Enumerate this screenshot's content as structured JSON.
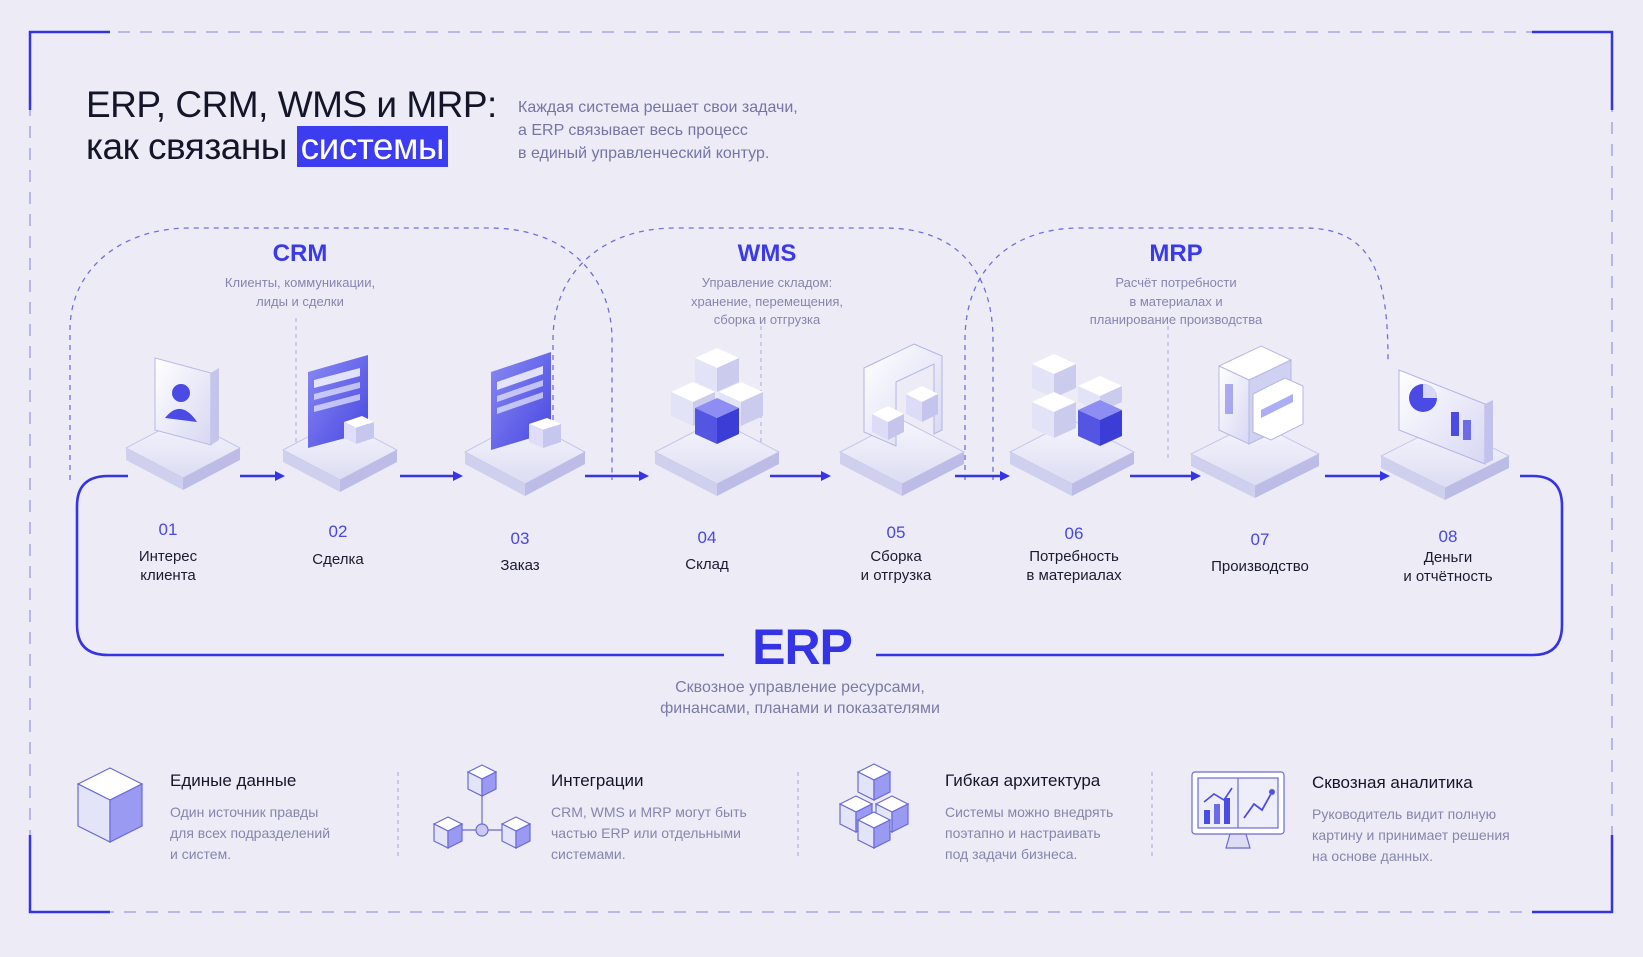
{
  "header": {
    "title_line1": "ERP, CRM, WMS и MRP:",
    "title_line2_prefix": "как связаны",
    "title_highlight": "системы",
    "subtitle_lines": [
      "Каждая система решает свои задачи,",
      "а ERP связывает весь процесс",
      "в единый управленческий контур."
    ]
  },
  "zones": [
    {
      "title": "CRM",
      "desc": [
        "Клиенты, коммуникации,",
        "лиды и сделки"
      ]
    },
    {
      "title": "WMS",
      "desc": [
        "Управление складом:",
        "хранение, перемещения,",
        "сборка и отгрузка"
      ]
    },
    {
      "title": "MRP",
      "desc": [
        "Расчёт потребности",
        "в материалах и",
        "планирование производства"
      ]
    }
  ],
  "steps": [
    {
      "num": "01",
      "label": [
        "Интерес",
        "клиента"
      ],
      "icon": "client-card-icon"
    },
    {
      "num": "02",
      "label": [
        "Сделка"
      ],
      "icon": "deal-document-icon"
    },
    {
      "num": "03",
      "label": [
        "Заказ"
      ],
      "icon": "order-document-icon"
    },
    {
      "num": "04",
      "label": [
        "Склад"
      ],
      "icon": "warehouse-cubes-icon"
    },
    {
      "num": "05",
      "label": [
        "Сборка",
        "и отгрузка"
      ],
      "icon": "assembly-shipping-icon"
    },
    {
      "num": "06",
      "label": [
        "Потребность",
        "в материалах"
      ],
      "icon": "materials-cubes-icon"
    },
    {
      "num": "07",
      "label": [
        "Производство"
      ],
      "icon": "factory-icon"
    },
    {
      "num": "08",
      "label": [
        "Деньги",
        "и отчётность"
      ],
      "icon": "finance-report-icon"
    }
  ],
  "erp": {
    "title": "ERP",
    "desc": [
      "Сквозное управление ресурсами,",
      "финансами, планами и показателями"
    ]
  },
  "features": [
    {
      "title": "Единые данные",
      "desc": [
        "Один источник правды",
        "для всех подразделений",
        "и систем."
      ],
      "icon": "single-cube-icon"
    },
    {
      "title": "Интеграции",
      "desc": [
        "CRM, WMS и MRP могут быть",
        "частью ERP или отдельными",
        "системами."
      ],
      "icon": "integration-network-icon"
    },
    {
      "title": "Гибкая архитектура",
      "desc": [
        "Системы можно внедрять",
        "поэтапно и настраивать",
        "под задачи бизнеса."
      ],
      "icon": "stacked-cubes-icon"
    },
    {
      "title": "Сквозная аналитика",
      "desc": [
        "Руководитель видит полную",
        "картину и принимает решения",
        "на основе данных."
      ],
      "icon": "analytics-monitor-icon"
    }
  ],
  "colors": {
    "background": "#edecf6",
    "accent": "#3434e6",
    "text_dark": "#15152a",
    "text_muted": "#8585ae"
  }
}
